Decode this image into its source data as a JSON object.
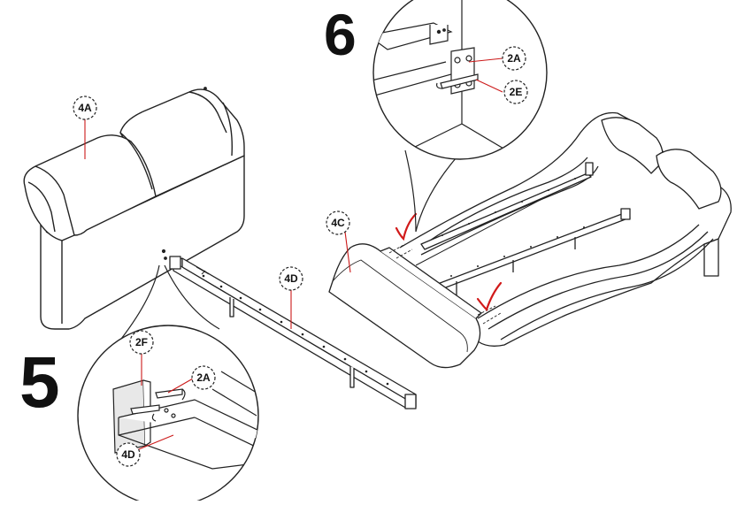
{
  "steps": {
    "step5": "5",
    "step6": "6"
  },
  "labels": {
    "headboard": "4A",
    "side_rail": "4D",
    "footboard": "4C",
    "bracket_detail5": "2F",
    "bolt_detail5": "2A",
    "rail_detail5": "4D",
    "bolt_detail6": "2A",
    "bracket_detail6": "2E"
  },
  "colors": {
    "line": "#222222",
    "callout": "#cc1a1a",
    "check": "#d11a1a",
    "fill": "#ffffff",
    "shade": "#e8e8e8"
  }
}
